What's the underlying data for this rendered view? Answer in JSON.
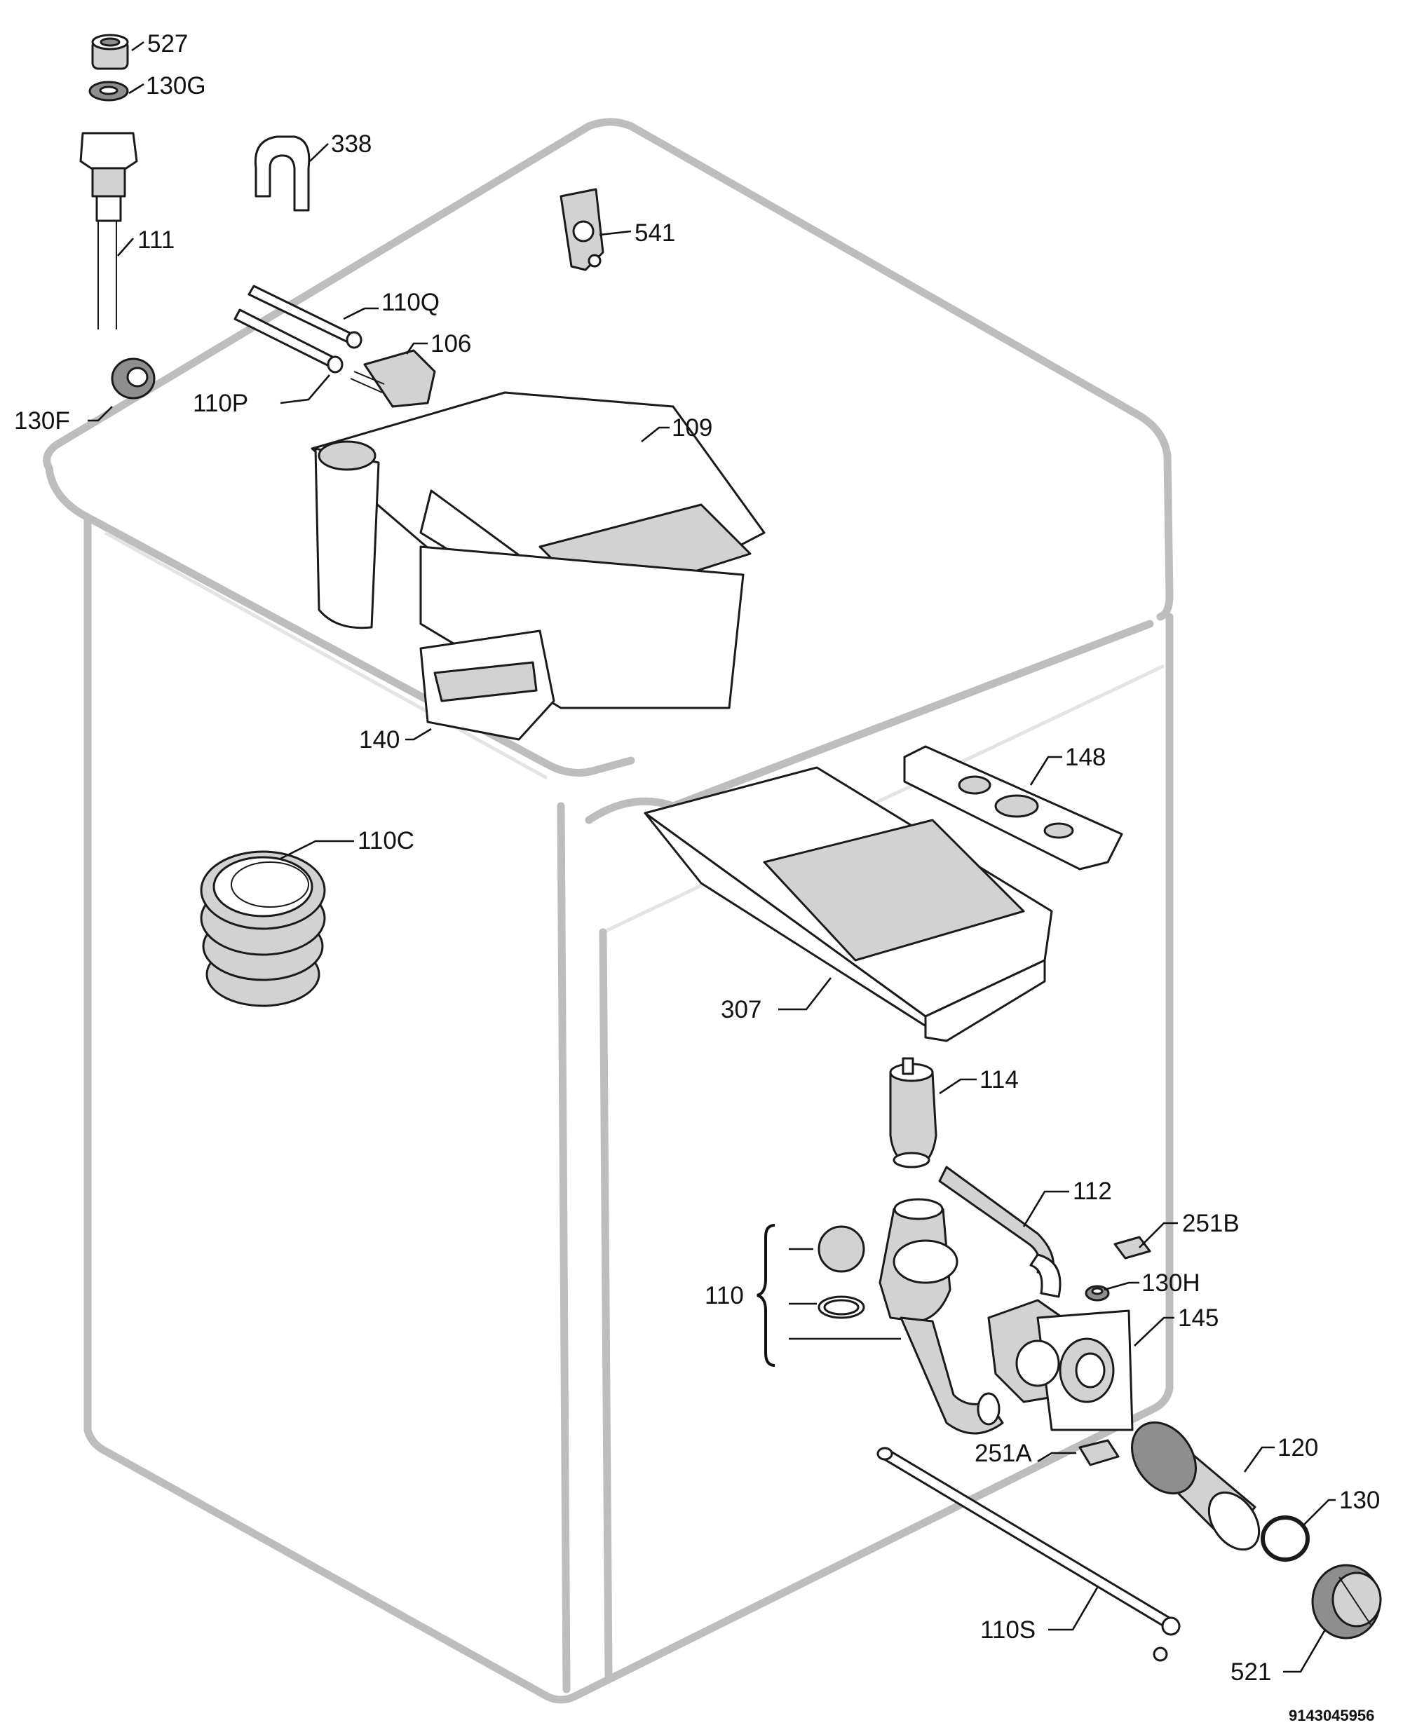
{
  "diagram": {
    "callouts": [
      {
        "id": "527",
        "label": "527"
      },
      {
        "id": "130G",
        "label": "130G"
      },
      {
        "id": "338",
        "label": "338"
      },
      {
        "id": "541",
        "label": "541"
      },
      {
        "id": "111",
        "label": "111"
      },
      {
        "id": "110Q",
        "label": "110Q"
      },
      {
        "id": "106",
        "label": "106"
      },
      {
        "id": "110P",
        "label": "110P"
      },
      {
        "id": "130F",
        "label": "130F"
      },
      {
        "id": "109",
        "label": "109"
      },
      {
        "id": "140",
        "label": "140"
      },
      {
        "id": "148",
        "label": "148"
      },
      {
        "id": "110C",
        "label": "110C"
      },
      {
        "id": "307",
        "label": "307"
      },
      {
        "id": "114",
        "label": "114"
      },
      {
        "id": "112",
        "label": "112"
      },
      {
        "id": "251B",
        "label": "251B"
      },
      {
        "id": "110",
        "label": "110"
      },
      {
        "id": "130H",
        "label": "130H"
      },
      {
        "id": "145",
        "label": "145"
      },
      {
        "id": "120",
        "label": "120"
      },
      {
        "id": "251A",
        "label": "251A"
      },
      {
        "id": "130",
        "label": "130"
      },
      {
        "id": "110S",
        "label": "110S"
      },
      {
        "id": "521",
        "label": "521"
      }
    ],
    "document_number": "9143045956"
  }
}
